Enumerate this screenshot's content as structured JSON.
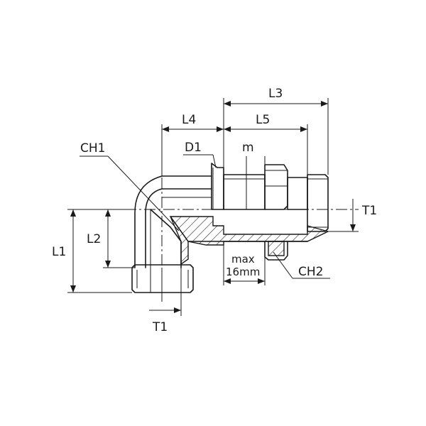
{
  "labels": {
    "L3": "L3",
    "L4": "L4",
    "L5": "L5",
    "CH1": "CH1",
    "D1": "D1",
    "m": "m",
    "T1_right": "T1",
    "L1": "L1",
    "L2": "L2",
    "max": "max",
    "max_value": "16mm",
    "CH2": "CH2",
    "T1_bottom": "T1"
  }
}
